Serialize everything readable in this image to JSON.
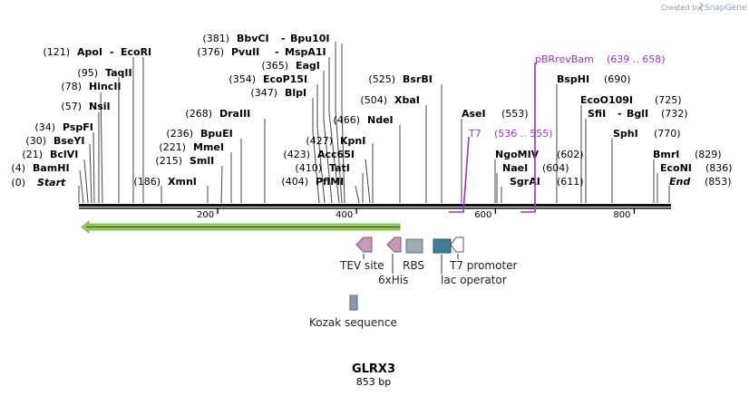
{
  "credit": {
    "prefix": "Created by",
    "brand": "SnapGene"
  },
  "sequence": {
    "name": "GLRX3",
    "length_label": "853 bp",
    "length": 853
  },
  "scale": {
    "ticks": [
      200,
      400,
      600,
      800
    ]
  },
  "sites": [
    {
      "pos": "(0)",
      "name": "Start",
      "italic": true
    },
    {
      "pos": "(4)",
      "name": "BamHI"
    },
    {
      "pos": "(21)",
      "name": "BclVI"
    },
    {
      "pos": "(30)",
      "name": "BseYI"
    },
    {
      "pos": "(34)",
      "name": "PspFI"
    },
    {
      "pos": "(57)",
      "name": "NsiI"
    },
    {
      "pos": "(78)",
      "name": "HincII"
    },
    {
      "pos": "(95)",
      "name": "TaqII"
    },
    {
      "pos": "(121)",
      "name": "ApoI",
      "name2": "EcoRI"
    },
    {
      "pos": "(186)",
      "name": "XmnI"
    },
    {
      "pos": "(215)",
      "name": "SmlI"
    },
    {
      "pos": "(221)",
      "name": "MmeI"
    },
    {
      "pos": "(236)",
      "name": "BpuEI"
    },
    {
      "pos": "(268)",
      "name": "DraIII"
    },
    {
      "pos": "(347)",
      "name": "BlpI"
    },
    {
      "pos": "(354)",
      "name": "EcoP15I"
    },
    {
      "pos": "(365)",
      "name": "EagI"
    },
    {
      "pos": "(376)",
      "name": "PvuII",
      "name2": "MspA1I"
    },
    {
      "pos": "(381)",
      "name": "BbvCI",
      "name2": "Bpu10I"
    },
    {
      "pos": "(404)",
      "name": "PflMI"
    },
    {
      "pos": "(410)",
      "name": "TatI"
    },
    {
      "pos": "(423)",
      "name": "Acc65I"
    },
    {
      "pos": "(427)",
      "name": "KpnI"
    },
    {
      "pos": "(466)",
      "name": "NdeI"
    },
    {
      "pos": "(504)",
      "name": "XbaI"
    },
    {
      "pos": "(525)",
      "name": "BsrBI"
    },
    {
      "name": "AseI",
      "pos": "(553)"
    },
    {
      "name": "NgoMIV",
      "pos": "(602)"
    },
    {
      "name": "NaeI",
      "pos": "(604)"
    },
    {
      "name": "SgrAI",
      "pos": "(611)"
    },
    {
      "name": "BspHI",
      "pos": "(690)"
    },
    {
      "name": "EcoO109I",
      "pos": "(725)"
    },
    {
      "name": "SfiI",
      "name2": "BglI",
      "pos": "(732)"
    },
    {
      "name": "SphI",
      "pos": "(770)"
    },
    {
      "name": "BmrI",
      "pos": "(829)"
    },
    {
      "name": "EcoNI",
      "pos": "(836)"
    },
    {
      "name": "End",
      "pos": "(853)",
      "italic": true
    }
  ],
  "primers": [
    {
      "name": "T7",
      "range": "(536 .. 555)"
    },
    {
      "name": "pBRrevBam",
      "range": "(639 .. 658)"
    }
  ],
  "features": {
    "tev_site": "TEV site",
    "his_tag": "6xHis",
    "rbs": "RBS",
    "lac_operator": "lac operator",
    "t7_promoter": "T7 promoter",
    "kozak": "Kozak sequence"
  },
  "colors": {
    "orf": "#8fd14f",
    "tev": "#c898b8",
    "rbs": "#a4a8b0",
    "lac": "#3a7f96",
    "primer": "#9b30d9",
    "kozak": "#8e98a8"
  }
}
